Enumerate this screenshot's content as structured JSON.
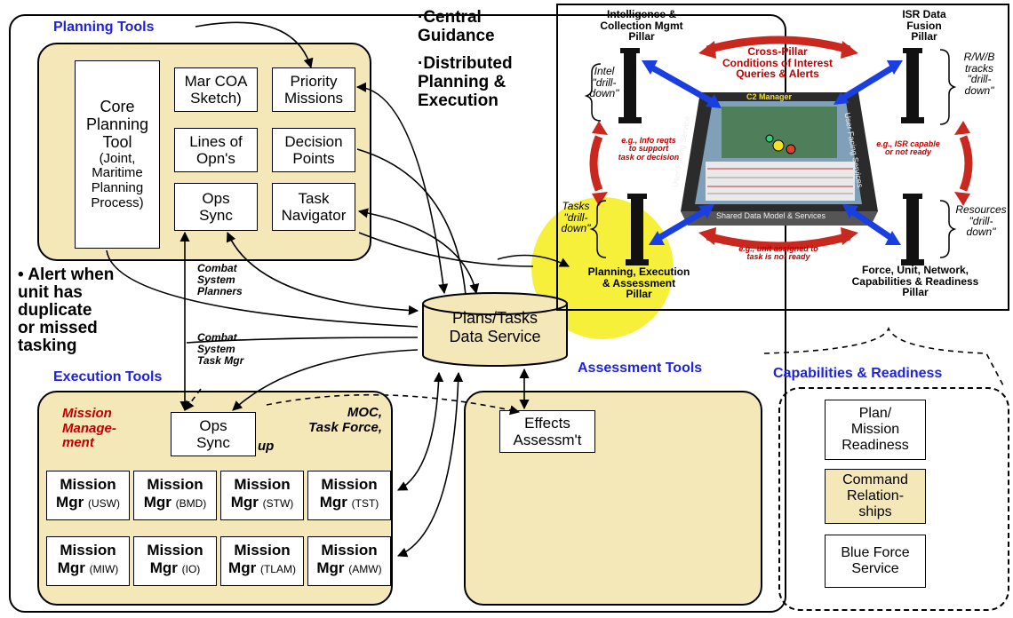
{
  "colors": {
    "panel_fill": "#f5e8b8",
    "heading_blue": "#1f23d9",
    "accent_red": "#c00000",
    "highlight_yellow": "#f6f03a",
    "arrow_blue": "#1a3fe0",
    "arrow_red": "#c8281e"
  },
  "headings": {
    "planning": "Planning Tools",
    "execution": "Execution Tools",
    "assessment": "Assessment Tools",
    "capabilities": "Capabilities & Readiness"
  },
  "bullets": {
    "central": "·Central\nGuidance",
    "distributed": "·Distributed\nPlanning &\nExecution",
    "alert": "• Alert when\nunit has\nduplicate\nor missed\ntasking"
  },
  "planning": {
    "core": "Core\nPlanning\nTool",
    "core_sub": "(Joint,\nMaritime\nPlanning\nProcess)",
    "mar_coa": "Mar COA\nSketch)",
    "priority": "Priority\nMissions",
    "lines": "Lines of\nOpn's",
    "decision": "Decision\nPoints",
    "ops_sync": "Ops\nSync",
    "task_nav": "Task\nNavigator"
  },
  "connector_labels": {
    "combat_planners": "Combat\nSystem\nPlanners",
    "combat_taskmgr": "Combat\nSystem\nTask Mgr"
  },
  "data_service": "Plans/Tasks\nData Service",
  "execution": {
    "mission_management": "Mission\nManage-\nment",
    "moc": "MOC,\nTask Force,",
    "up": "up",
    "ops_sync": "Ops\nSync",
    "mgr_word": "Mission",
    "mgr_prefix": "Mgr",
    "managers": [
      {
        "code": "(USW)"
      },
      {
        "code": "(BMD)"
      },
      {
        "code": "(STW)"
      },
      {
        "code": "(TST)"
      },
      {
        "code": "(MIW)"
      },
      {
        "code": "(IO)"
      },
      {
        "code": "(TLAM)"
      },
      {
        "code": "(AMW)"
      }
    ]
  },
  "assessment": {
    "effects": "Effects\nAssessm't"
  },
  "capabilities": {
    "plan": "Plan/\nMission\nReadiness",
    "command": "Command\nRelation-\nships",
    "blue": "Blue Force\nService"
  },
  "pillars": {
    "intel": "Intelligence &\nCollection Mgmt\nPillar",
    "isr": "ISR Data\nFusion\nPillar",
    "planning": "Planning, Execution\n& Assessment\nPillar",
    "force": "Force, Unit, Network,\nCapabilities & Readiness\nPillar"
  },
  "pillar_notes": {
    "cross": "Cross-Pillar\nConditions of Interest\nQueries & Alerts",
    "intel_drill": "Intel\n\"drill-\ndown\"",
    "rwb_drill": "R/W/B\ntracks\n\"drill-\ndown\"",
    "tasks_drill": "Tasks\n\"drill-\ndown\"",
    "resources_drill": "Resources\n\"drill-\ndown\"",
    "eg_left": "e.g., Info reqts\nto support\ntask or decision",
    "eg_right": "e.g., ISR capable\nor not ready",
    "eg_bottom": "e.g., unit assigned to\ntask is not ready",
    "c2": "C2 Manager",
    "ufs_left": "User Facing Service",
    "ufs_right": "User Facing Services",
    "shared": "Shared Data Model & Services"
  }
}
